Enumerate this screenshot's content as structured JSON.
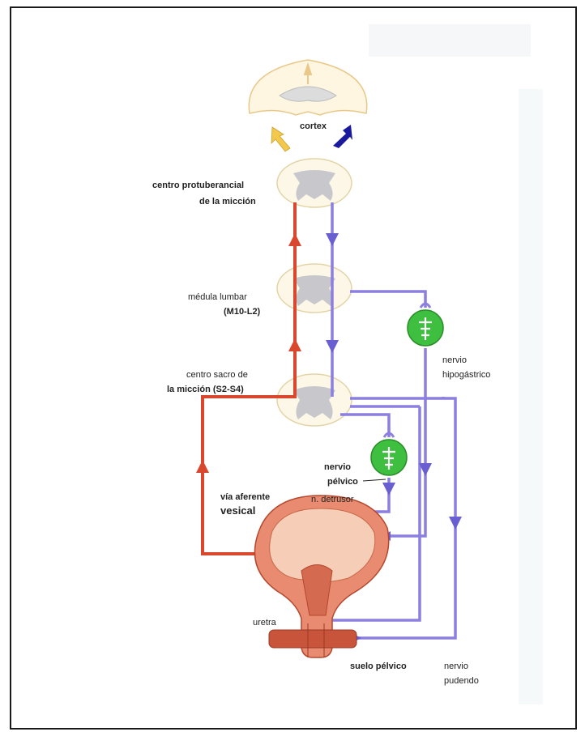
{
  "labels": {
    "cortex": "cortex",
    "pontine_1": "centro protuberancial",
    "pontine_2": "de la micción",
    "lumbar_1": "médula lumbar",
    "lumbar_2": "(M10-L2)",
    "sacral_1": "centro sacro de",
    "sacral_2": "la micción (S2-S4)",
    "hypogastric_1": "nervio",
    "hypogastric_2": "hipogástrico",
    "pelvic_1": "nervio",
    "pelvic_2": "pélvico",
    "afferent_1": "vía aferente",
    "afferent_2": "vesical",
    "detrusor": "n. detrusor",
    "urethra": "uretra",
    "pelvic_floor": "suelo pélvico",
    "pudendal_1": "nervio",
    "pudendal_2": "pudendo"
  },
  "colors": {
    "afferent": "#d9472f",
    "efferent": "#8b7fe0",
    "ganglion": "#3fbf3f",
    "cortex_arrow_left": "#f2c94c",
    "cortex_arrow_right": "#1a1a9c",
    "bladder": "#e98b70",
    "spinal_gray": "#c8c8cc"
  }
}
